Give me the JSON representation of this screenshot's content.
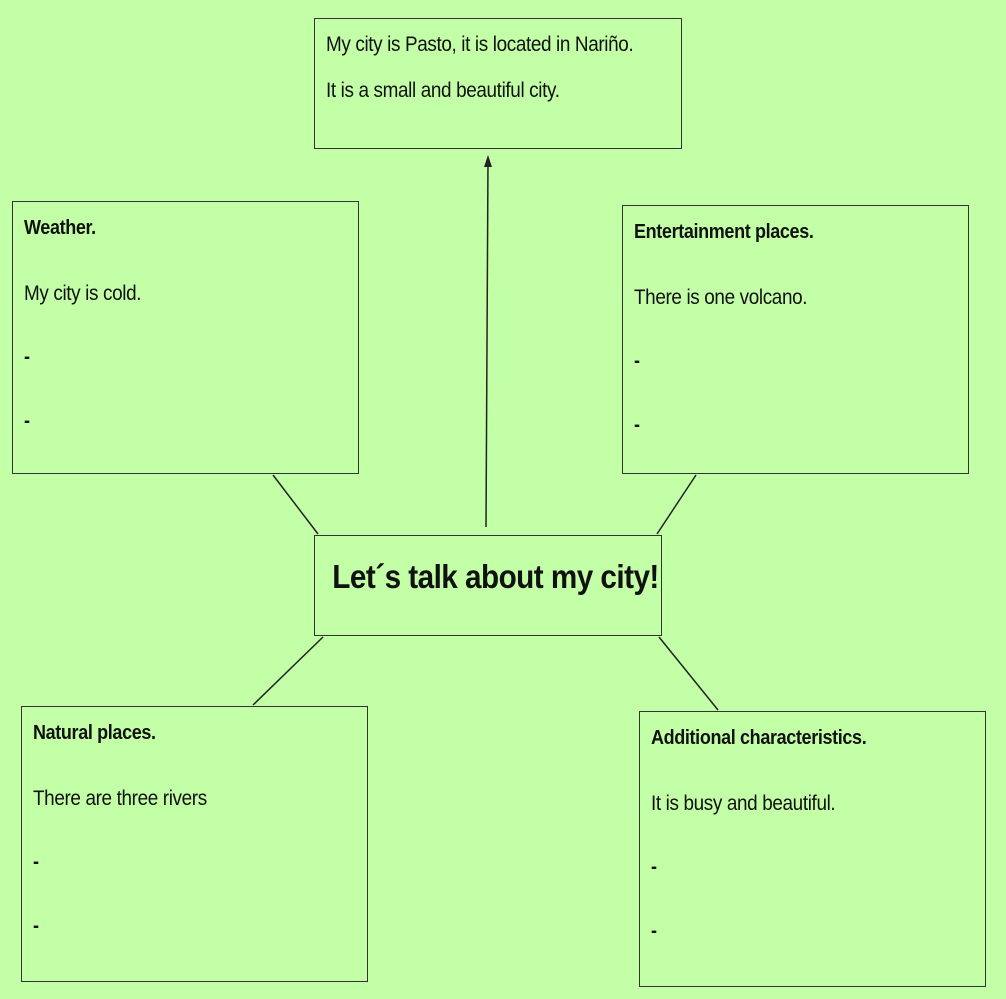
{
  "top_box": {
    "line1": "My city is Pasto, it is located in Nariño.",
    "line2": "It is a small and beautiful city."
  },
  "center": {
    "title": "Let´s talk about my city!"
  },
  "weather": {
    "heading": "Weather.",
    "text": "My city is cold.",
    "bullet1": "-",
    "bullet2": "-"
  },
  "entertainment": {
    "heading": "Entertainment places.",
    "text": "There is one volcano.",
    "bullet1": "-",
    "bullet2": "-"
  },
  "natural": {
    "heading": "Natural places.",
    "text": "There are three rivers",
    "bullet1": "-",
    "bullet2": "-"
  },
  "additional": {
    "heading": "Additional characteristics.",
    "text": "It is busy and beautiful.",
    "bullet1": "-",
    "bullet2": "-"
  },
  "colors": {
    "background": "#c3ffa6",
    "border": "#333333"
  }
}
